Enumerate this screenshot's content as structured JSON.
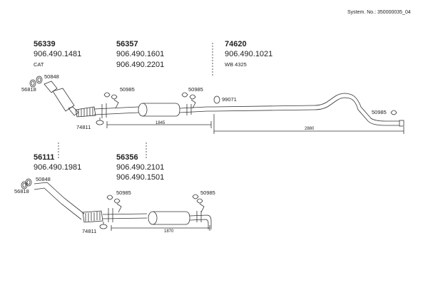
{
  "header": {
    "system_no": "System. No.: 350000035_04"
  },
  "groups": [
    {
      "part": "56339",
      "oe": [
        "906.490.1481"
      ],
      "note": "CAT"
    },
    {
      "part": "56357",
      "oe": [
        "906.490.1601",
        "906.490.2201"
      ]
    },
    {
      "part": "74620",
      "oe": [
        "906.490.1021"
      ],
      "note": "WB 4325"
    },
    {
      "part": "56111",
      "oe": [
        "906.490.1981"
      ]
    },
    {
      "part": "56356",
      "oe": [
        "906.490.2101",
        "906.490.1501"
      ]
    }
  ],
  "callouts": {
    "gasket": "50848",
    "flange_seal": "56818",
    "clamp": "50985",
    "mount_clamp": "74811",
    "tail_clamp": "99071"
  },
  "dimensions": {
    "mid_top": "1845",
    "rear_top": "2880",
    "mid_bottom": "1870"
  }
}
